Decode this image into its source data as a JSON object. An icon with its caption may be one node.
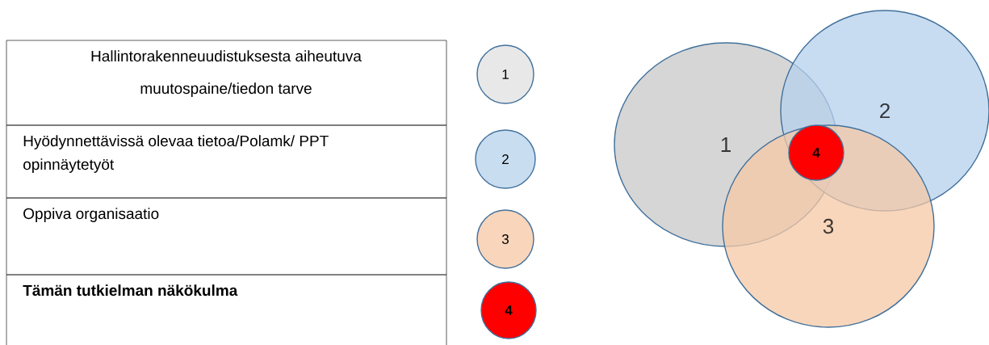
{
  "diagram": {
    "nodes": [
      {
        "text": [
          "Hallintorakenneuudistuksesta aiheutuva muutospaine/tiedon tarve"
        ]
      },
      {
        "text": [
          "Hyödynnettävissä olevaa tietoa/Polamk/ PPT opinnäytetyöt"
        ]
      },
      {
        "text": [
          "Oppiva organisaatio"
        ]
      },
      {
        "text": [
          "Tämän tutkielman näkökulma"
        ]
      },
      {
        "text": [
          "1"
        ]
      },
      {
        "text": [
          "2"
        ]
      },
      {
        "text": [
          "3"
        ]
      },
      {
        "text": [
          "4"
        ]
      },
      {
        "text": [
          "1"
        ]
      },
      {
        "text": [
          "2"
        ]
      },
      {
        "text": [
          "3"
        ]
      },
      {
        "text": [
          "4"
        ]
      }
    ]
  }
}
